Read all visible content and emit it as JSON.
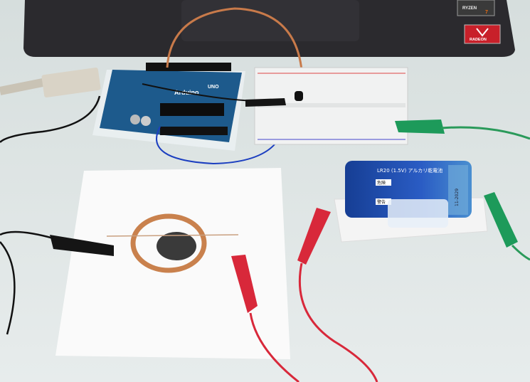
{
  "laptop": {
    "sticker_cpu": {
      "brand": "RYZEN",
      "model": "7"
    },
    "sticker_gpu": {
      "brand": "RADEON"
    }
  },
  "arduino": {
    "logo_text": "Arduino",
    "model": "UNO"
  },
  "battery": {
    "label_line": "LR20 (1.5V) アルカリ乾電池",
    "warning_1": "危険",
    "warning_2": "警告",
    "date_code": "11-2029"
  },
  "colors": {
    "background": "#dfe6e6",
    "laptop": "#2b2a2e",
    "board": "#1d5a8c",
    "battery": "#1f4fb0",
    "clip_red": "#d8283a",
    "clip_green": "#1d9a5a",
    "clip_black": "#151515",
    "coil": "#c9814d"
  }
}
